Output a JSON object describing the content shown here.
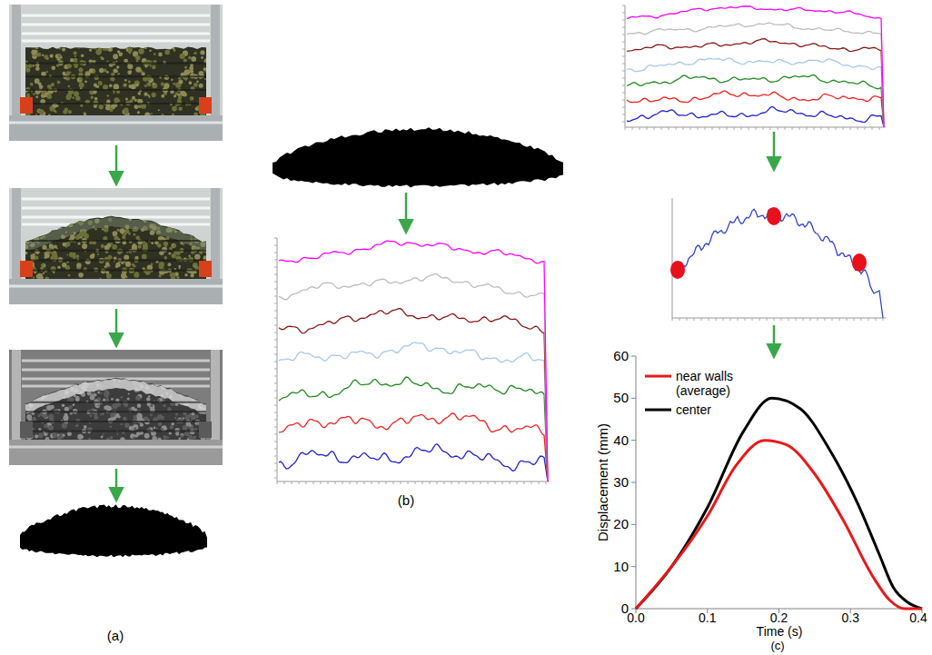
{
  "diagram": {
    "labels": [
      "(a)",
      "(b)",
      "60",
      "50",
      "40",
      "30",
      "20",
      "10",
      "0",
      "0.0",
      "0.1",
      "0.2",
      "0.3",
      "0.4",
      "Displacement (mm)",
      "Time (s)",
      "(c)"
    ],
    "legend": [
      {
        "text": "near walls (average)"
      },
      {
        "text": "center"
      }
    ]
  }
}
